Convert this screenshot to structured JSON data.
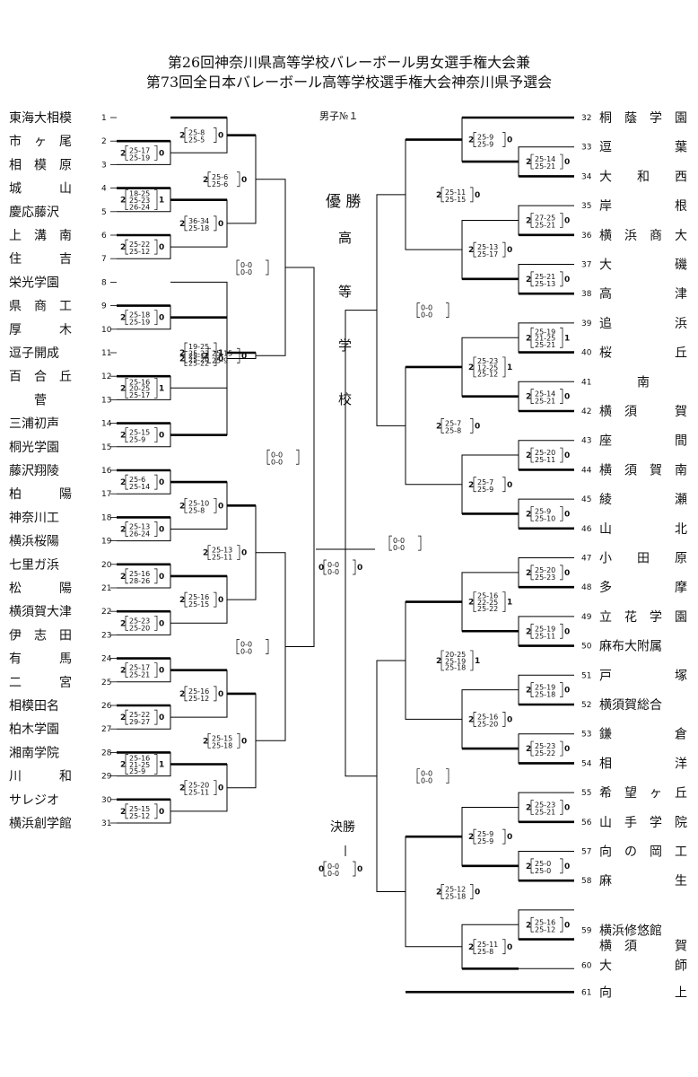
{
  "title": {
    "line1": "第26回神奈川県高等学校バレーボール男女選手権大会兼",
    "line2": "第73回全日本バレーボール高等学校選手権大会神奈川県予選会"
  },
  "division": "男子№１",
  "champion_label": "優 勝",
  "champion_name": [
    "高",
    "等",
    "学",
    "校"
  ],
  "final_label": "決勝",
  "teams_left": [
    {
      "no": "1",
      "name": "東海大相模"
    },
    {
      "no": "2",
      "name": "市　ヶ　尾"
    },
    {
      "no": "3",
      "name": "相　模　原"
    },
    {
      "no": "4",
      "name": "城　　　山"
    },
    {
      "no": "5",
      "name": "慶応藤沢"
    },
    {
      "no": "6",
      "name": "上　溝　南"
    },
    {
      "no": "7",
      "name": "住　　　吉"
    },
    {
      "no": "8",
      "name": "栄光学園"
    },
    {
      "no": "9",
      "name": "県　商　工"
    },
    {
      "no": "10",
      "name": "厚　　　木"
    },
    {
      "no": "11",
      "name": "逗子開成"
    },
    {
      "no": "12",
      "name": "百　合　丘"
    },
    {
      "no": "13",
      "name": "　　菅"
    },
    {
      "no": "14",
      "name": "三浦初声"
    },
    {
      "no": "15",
      "name": "桐光学園"
    },
    {
      "no": "16",
      "name": "藤沢翔陵"
    },
    {
      "no": "17",
      "name": "柏　　　陽"
    },
    {
      "no": "18",
      "name": "神奈川工"
    },
    {
      "no": "19",
      "name": "横浜桜陽"
    },
    {
      "no": "20",
      "name": "七里ガ浜"
    },
    {
      "no": "21",
      "name": "松　　　陽"
    },
    {
      "no": "22",
      "name": "横須賀大津"
    },
    {
      "no": "23",
      "name": "伊　志　田"
    },
    {
      "no": "24",
      "name": "有　　　馬"
    },
    {
      "no": "25",
      "name": "二　　　宮"
    },
    {
      "no": "26",
      "name": "相模田名"
    },
    {
      "no": "27",
      "name": "柏木学園"
    },
    {
      "no": "28",
      "name": "湘南学院"
    },
    {
      "no": "29",
      "name": "川　　　和"
    },
    {
      "no": "30",
      "name": "サレジオ"
    },
    {
      "no": "31",
      "name": "横浜創学館"
    }
  ],
  "teams_right": [
    {
      "no": "32",
      "name": "桐　蔭　学　園"
    },
    {
      "no": "33",
      "name": "逗　　　　　葉"
    },
    {
      "no": "34",
      "name": "大　　和　　西"
    },
    {
      "no": "35",
      "name": "岸　　　　　根"
    },
    {
      "no": "36",
      "name": "横　浜　商　大"
    },
    {
      "no": "37",
      "name": "大　　　　　磯"
    },
    {
      "no": "38",
      "name": "高　　　　　津"
    },
    {
      "no": "39",
      "name": "追　　　　　浜"
    },
    {
      "no": "40",
      "name": "桜　　　　　丘"
    },
    {
      "no": "41",
      "name": "　　　南"
    },
    {
      "no": "42",
      "name": "横　須　　　賀"
    },
    {
      "no": "43",
      "name": "座　　　　　間"
    },
    {
      "no": "44",
      "name": "横　須　賀　南"
    },
    {
      "no": "45",
      "name": "綾　　　　　瀬"
    },
    {
      "no": "46",
      "name": "山　　　　　北"
    },
    {
      "no": "47",
      "name": "小　　田　　原"
    },
    {
      "no": "48",
      "name": "多　　　　　摩"
    },
    {
      "no": "49",
      "name": "立　花　学　園"
    },
    {
      "no": "50",
      "name": "麻布大附属"
    },
    {
      "no": "51",
      "name": "戸　　　　　塚"
    },
    {
      "no": "52",
      "name": "横須賀総合"
    },
    {
      "no": "53",
      "name": "鎌　　　　　倉"
    },
    {
      "no": "54",
      "name": "相　　　　　洋"
    },
    {
      "no": "55",
      "name": "希　望　ヶ　丘"
    },
    {
      "no": "56",
      "name": "山　手　学　院"
    },
    {
      "no": "57",
      "name": "向　の　岡　工"
    },
    {
      "no": "58",
      "name": "麻　　　　　生"
    },
    {
      "no": "59",
      "name": "横浜修悠館"
    },
    {
      "no": "59b",
      "name": "横　須　　　賀"
    },
    {
      "no": "60",
      "name": "大　　　　　師"
    },
    {
      "no": "61",
      "name": "向　　　　　上"
    }
  ],
  "matches_left": [
    {
      "w": [
        "2",
        "0"
      ],
      "s": [
        "25-17",
        "25-19"
      ]
    },
    {
      "w": [
        "2",
        "0"
      ],
      "s": [
        "25-8",
        "25-5"
      ]
    },
    {
      "w": [
        "2",
        "1"
      ],
      "s": [
        "18-25",
        "25-23",
        "26-24"
      ]
    },
    {
      "w": [
        "2",
        "0"
      ],
      "s": [
        "25-22",
        "25-12"
      ]
    },
    {
      "w": [
        "2",
        "0"
      ],
      "s": [
        "36-34",
        "25-18"
      ]
    },
    {
      "w": [
        "2",
        "0"
      ],
      "s": [
        "25-6",
        "25-6"
      ]
    },
    {
      "w": [
        "2",
        "0"
      ],
      "s": [
        "25-15",
        "25-19"
      ]
    },
    {
      "w": [
        "2",
        "0"
      ],
      "s": [
        "25-18",
        "25-19"
      ]
    },
    {
      "w": [
        "2",
        "1"
      ],
      "s": [
        "19-25",
        "25-23",
        "25-20"
      ]
    },
    {
      "w": [
        "2",
        "1"
      ],
      "s": [
        "25-16",
        "20-25",
        "25-17"
      ]
    },
    {
      "w": [
        "2",
        "0"
      ],
      "s": [
        "25-15",
        "25-9"
      ]
    },
    {
      "w": [
        "2",
        "0"
      ],
      "s": [
        "25-11",
        "25-22"
      ]
    },
    {
      "w": [
        "2",
        "0"
      ],
      "s": [
        "25-15",
        "25-9"
      ]
    },
    {
      "w": [
        "2",
        "0"
      ],
      "s": [
        "25-6",
        "25-14"
      ]
    },
    {
      "w": [
        "2",
        "0"
      ],
      "s": [
        "25-13",
        "26-24"
      ]
    },
    {
      "w": [
        "2",
        "0"
      ],
      "s": [
        "25-10",
        "25-8"
      ]
    },
    {
      "w": [
        "2",
        "0"
      ],
      "s": [
        "25-16",
        "28-26"
      ]
    },
    {
      "w": [
        "2",
        "0"
      ],
      "s": [
        "25-23",
        "25-20"
      ]
    },
    {
      "w": [
        "2",
        "0"
      ],
      "s": [
        "25-16",
        "25-15"
      ]
    },
    {
      "w": [
        "2",
        "0"
      ],
      "s": [
        "25-13",
        "25-11"
      ]
    },
    {
      "w": [
        "2",
        "0"
      ],
      "s": [
        "25-17",
        "25-21"
      ]
    },
    {
      "w": [
        "2",
        "0"
      ],
      "s": [
        "25-22",
        "29-27"
      ]
    },
    {
      "w": [
        "2",
        "0"
      ],
      "s": [
        "25-16",
        "25-12"
      ]
    },
    {
      "w": [
        "2",
        "1"
      ],
      "s": [
        "25-16",
        "21-25",
        "25-9"
      ]
    },
    {
      "w": [
        "2",
        "0"
      ],
      "s": [
        "25-15",
        "25-12"
      ]
    },
    {
      "w": [
        "2",
        "0"
      ],
      "s": [
        "25-20",
        "25-11"
      ]
    },
    {
      "w": [
        "2",
        "0"
      ],
      "s": [
        "25-15",
        "25-18"
      ]
    }
  ],
  "matches_right": [
    {
      "w": [
        "2",
        "0"
      ],
      "s": [
        "25-9",
        "25-9"
      ]
    },
    {
      "w": [
        "2",
        "0"
      ],
      "s": [
        "25-14",
        "25-21"
      ]
    },
    {
      "w": [
        "2",
        "0"
      ],
      "s": [
        "25-11",
        "25-15"
      ]
    },
    {
      "w": [
        "2",
        "0"
      ],
      "s": [
        "27-25",
        "25-21"
      ]
    },
    {
      "w": [
        "2",
        "0"
      ],
      "s": [
        "25-13",
        "25-17"
      ]
    },
    {
      "w": [
        "2",
        "0"
      ],
      "s": [
        "25-21",
        "25-13"
      ]
    },
    {
      "w": [
        "2",
        "1"
      ],
      "s": [
        "25-19",
        "21-25",
        "25-21"
      ]
    },
    {
      "w": [
        "2",
        "1"
      ],
      "s": [
        "25-23",
        "12-25",
        "25-12"
      ]
    },
    {
      "w": [
        "2",
        "0"
      ],
      "s": [
        "25-14",
        "25-21"
      ]
    },
    {
      "w": [
        "2",
        "0"
      ],
      "s": [
        "25-7",
        "25-8"
      ]
    },
    {
      "w": [
        "2",
        "0"
      ],
      "s": [
        "25-20",
        "25-11"
      ]
    },
    {
      "w": [
        "2",
        "0"
      ],
      "s": [
        "25-7",
        "25-9"
      ]
    },
    {
      "w": [
        "2",
        "0"
      ],
      "s": [
        "25-9",
        "25-10"
      ]
    },
    {
      "w": [
        "2",
        "0"
      ],
      "s": [
        "25-20",
        "25-23"
      ]
    },
    {
      "w": [
        "2",
        "1"
      ],
      "s": [
        "25-16",
        "22-25",
        "25-22"
      ]
    },
    {
      "w": [
        "2",
        "0"
      ],
      "s": [
        "25-19",
        "25-11"
      ]
    },
    {
      "w": [
        "2",
        "1"
      ],
      "s": [
        "20-25",
        "25-19",
        "25-18"
      ]
    },
    {
      "w": [
        "2",
        "0"
      ],
      "s": [
        "25-19",
        "25-18"
      ]
    },
    {
      "w": [
        "2",
        "0"
      ],
      "s": [
        "25-16",
        "25-20"
      ]
    },
    {
      "w": [
        "2",
        "0"
      ],
      "s": [
        "25-23",
        "25-22"
      ]
    },
    {
      "w": [
        "2",
        "0"
      ],
      "s": [
        "25-23",
        "25-21"
      ]
    },
    {
      "w": [
        "2",
        "0"
      ],
      "s": [
        "25-9",
        "25-9"
      ]
    },
    {
      "w": [
        "2",
        "0"
      ],
      "s": [
        "25-0",
        "25-0"
      ]
    },
    {
      "w": [
        "2",
        "0"
      ],
      "s": [
        "25-12",
        "25-18"
      ]
    },
    {
      "w": [
        "2",
        "0"
      ],
      "s": [
        "25-16",
        "25-12"
      ]
    },
    {
      "w": [
        "2",
        "0"
      ],
      "s": [
        "25-11",
        "25-8"
      ]
    }
  ],
  "pending": [
    {
      "s": [
        "0-0",
        "0-0"
      ]
    },
    {
      "s": [
        "0-0",
        "0-0"
      ]
    },
    {
      "s": [
        "0-0",
        "0-0"
      ]
    },
    {
      "s": [
        "0-0",
        "0-0"
      ]
    },
    {
      "s": [
        "0-0",
        "0-0"
      ]
    },
    {
      "s": [
        "0-0",
        "0-0"
      ]
    }
  ],
  "semis_center": {
    "w": [
      "0",
      "0"
    ],
    "s": [
      "0-0",
      "0-0"
    ]
  },
  "final_center": {
    "w": [
      "0",
      "0"
    ],
    "s": [
      "0-0",
      "0-0"
    ]
  }
}
